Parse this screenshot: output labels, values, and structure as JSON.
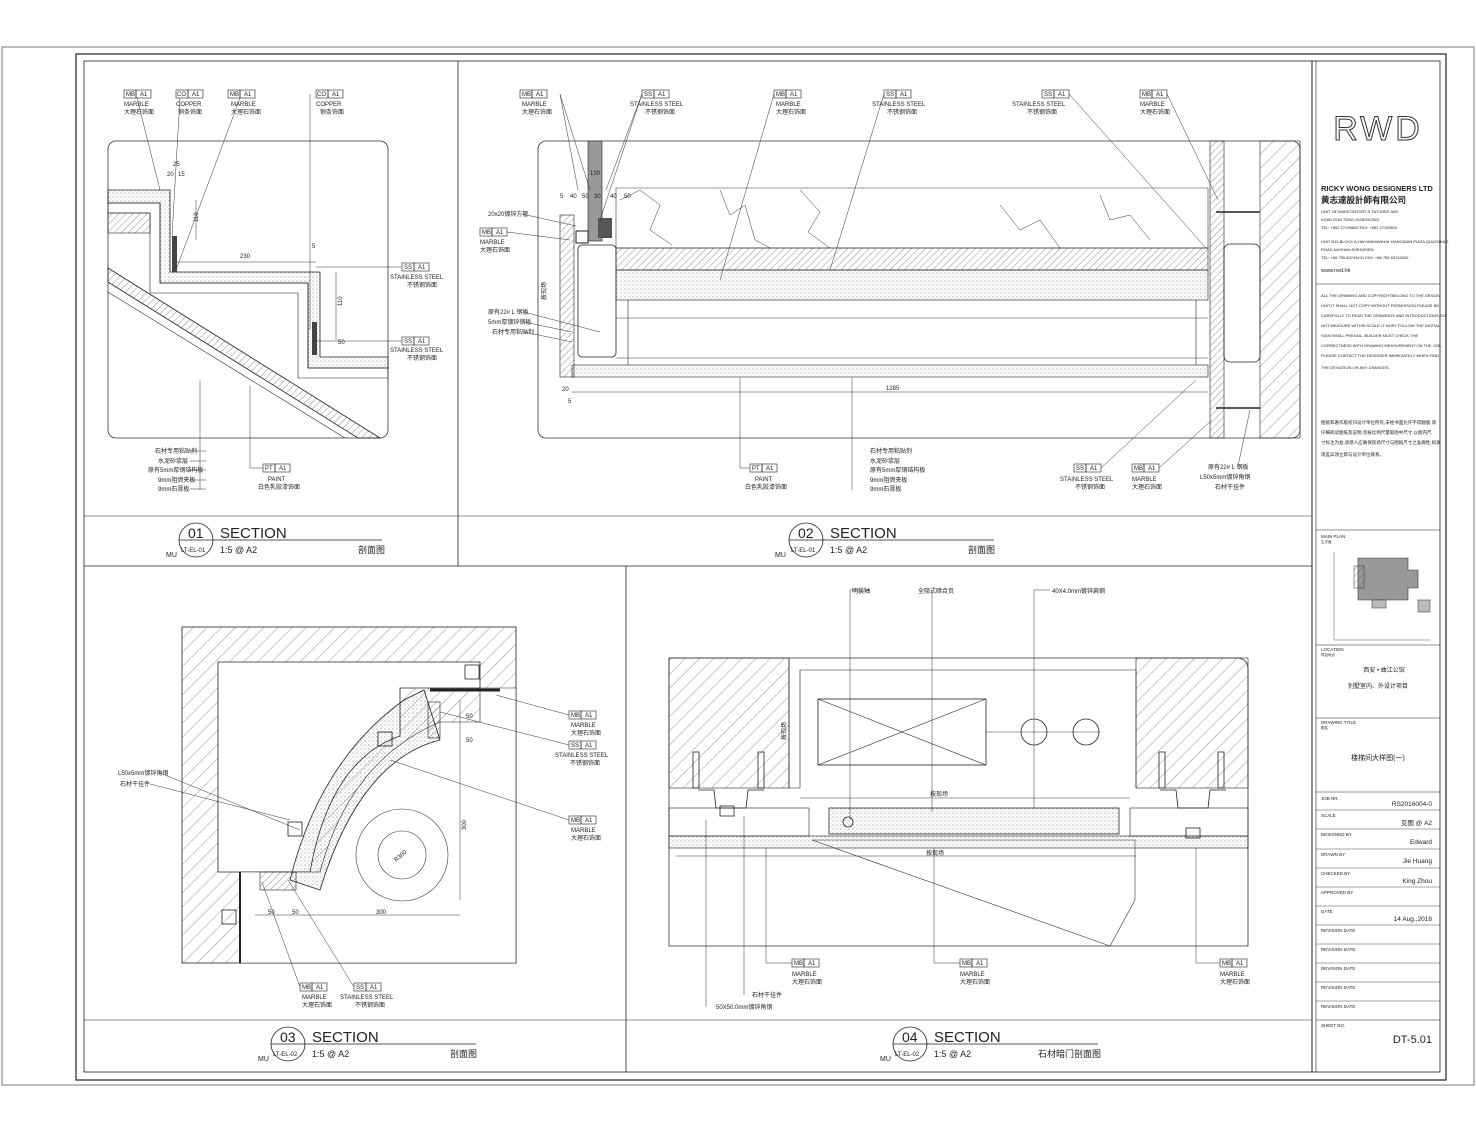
{
  "company": {
    "logo": "RWD",
    "name_en": "RICKY WONG DESIGNERS LTD",
    "name_cn": "黄志達設計師有限公司",
    "addr1": "UNIT 3IF,WAKECENTER,7I TATCHEE AVE,",
    "addr2": "KOWLOON TONG,HONGKONG.",
    "tel_hk": "TEL: +852 27199829    FAX: +852 27199819",
    "addr3": "UNIT B13,BLOCK A,HAIYANMIANHAI XIANGNIAN PIAZA,QIAOXIANG",
    "addr4": "ROAD,NASHAN,SHENZHEN",
    "tel_sz": "TEL: +86 755 83743431  FAX: +86 755 83743400",
    "web": "www.rwd.hk"
  },
  "notes_en": [
    "ALL THE DRAWING AND COPYRIGHTBELONG TO THE DESIGN",
    "UNIT,IT SHALL NOT COPY  WITHOUT PERMISSION.PLEASE BE",
    "CAREFULLY TO READ THE DRAWINGS AND INTRODUCTIONS,DO",
    "NOT MEASURE WITHIN SCALE.IT MUST FOLLOW THE DIGITAL",
    "SIGN SHALL PREVAIL. BUILDER MUST CHECK  THE",
    "CORRECTNESS WITH DRAWING MEASUREMENT ON THE JOB,",
    "PLEASE CONTACT THE DESIGNER IMMEDIATELY WHEN FIND",
    "THE DEVIATION OR ANY CHANGES."
  ],
  "notes_cn": [
    "图纸和著作版权归设计单位所有,未经书面允许不得翻版,请",
    "仔细阅读图纸及说明,勿按比例尺量取图中尺寸,以图内尺",
    "寸标注为准,承建人应确保现场尺寸与图纸尺寸之准确性,如发",
    "现差异须立即与设计单位联系。"
  ],
  "title_block": {
    "main_plan": "MAIN PLAN",
    "main_plan_cn": "主平面",
    "location": "LOCATION",
    "location_cn": "项目地点",
    "location_v1": "西安 • 曲江公馆",
    "location_v2": "别墅室内、外设计项目",
    "drawing_title": "DRAWING TITLE",
    "drawing_title_cn": "图名",
    "drawing_title_v": "楼梯间大样图(一)",
    "job_no": "JOB NR.",
    "job_no_v": "RS2016004-0",
    "scale": "SCALE",
    "scale_v": "见图 @ A2",
    "designed_by": "DESIGNED BY",
    "designed_by_v": "Edward",
    "drawn_by": "DRAWN BY",
    "drawn_by_v": "Jie Huang",
    "checked_by": "CHECKED BY",
    "checked_by_v": "King Zhou",
    "approved_by": "APPROVED BY",
    "date": "DATE",
    "date_v": "14  Aug.,2018",
    "revision_date": "REVISION DATE",
    "sheet_no": "SHEET NO.",
    "sheet_no_v": "DT-5.01"
  },
  "sections": [
    {
      "num": "01",
      "title": "SECTION",
      "ref": "LT-EL-01",
      "mu": "MU",
      "scale": "1:5  @  A2",
      "cn": "剖面图"
    },
    {
      "num": "02",
      "title": "SECTION",
      "ref": "LT-EL-01",
      "mu": "MU",
      "scale": "1:5  @  A2",
      "cn": "剖面图"
    },
    {
      "num": "03",
      "title": "SECTION",
      "ref": "LT-EL-02",
      "mu": "MU",
      "scale": "1:5  @  A2",
      "cn": "剖面图"
    },
    {
      "num": "04",
      "title": "SECTION",
      "ref": "LT-EL-02",
      "mu": "MU",
      "scale": "1:5  @  A2",
      "cn": "石材暗门剖面图"
    }
  ],
  "tags": {
    "mb": "MB",
    "co": "CO",
    "ss": "SS",
    "pt": "PT",
    "a1": "A1",
    "marble": "MARBLE",
    "marble_cn": "大理石饰面",
    "copper": "COPPER",
    "copper_cn": "铜条饰面",
    "stainless": "STAINLESS STEEL",
    "stainless_cn": "不锈钢饰面",
    "paint": "PAINT",
    "paint_cn": "白色乳胶漆饰面"
  },
  "notes_small": {
    "s1_a": "石材专用粘贴剂",
    "s1_b": "水泥砂浆层",
    "s1_c": "原有5mm厚钢结构板",
    "s1_d": "9mm阻燃夹板",
    "s1_e": "9mm石膏板",
    "s2_a": "20x20镀锌方管",
    "s2_b": "原有22# L 钢板",
    "s2_c": "5mm厚镀锌钢板",
    "s2_d": "石材专用粘贴剂",
    "s2_e": "石材专用粘贴剂",
    "s2_f": "水泥砂浆层",
    "s2_g": "原有5mm厚钢结构板",
    "s2_h": "9mm阻燃夹板",
    "s2_i": "9mm石膏板",
    "s2_j": "原有22# L 钢板",
    "s2_k": "L50x5mm镀锌角钢",
    "s2_l": "石材干挂件",
    "s3_a": "L50x5mm镀锌角钢",
    "s3_b": "石材干挂件",
    "s4_a": "明装轴",
    "s4_b": "全隐式暗合页",
    "s4_c": "40X4.0mm镀锌扁钢",
    "s4_d": "石材干挂件",
    "s4_e": "50X50.0mm镀锌角钢",
    "dim_label": "按现场"
  },
  "dims": {
    "d1_25": "25",
    "d1_20": "20",
    "d1_15": "15",
    "d1_110": "110",
    "d1_230": "230",
    "d1_5": "5",
    "d1_110b": "110",
    "d1_50": "50",
    "d2_130": "130",
    "d2_5": "5",
    "d2_40": "40",
    "d2_50": "50",
    "d2_30": "30",
    "d2_1285": "1285",
    "d2_20": "20",
    "d3_50": "50",
    "d3_300": "300",
    "d3_300b": "300",
    "d3_r": "R300"
  }
}
